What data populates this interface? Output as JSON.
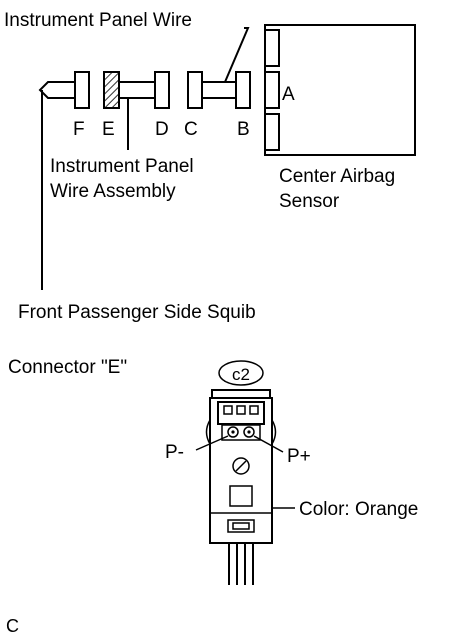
{
  "labels": {
    "instrument_panel_wire": "Instrument Panel Wire",
    "instrument_panel_wire_assembly_line1": "Instrument Panel",
    "instrument_panel_wire_assembly_line2": "Wire Assembly",
    "center_airbag_sensor_line1": "Center Airbag",
    "center_airbag_sensor_line2": "Sensor",
    "front_passenger_side_squib": "Front Passenger Side Squib",
    "connector_title": "Connector \"E\"",
    "connector_code": "c2",
    "terminal_p_minus": "P-",
    "terminal_p_plus": "P+",
    "color_note": "Color: Orange",
    "figure_letter": "C"
  },
  "connector_letters": {
    "a": "A",
    "b": "B",
    "c": "C",
    "d": "D",
    "e": "E",
    "f": "F"
  }
}
